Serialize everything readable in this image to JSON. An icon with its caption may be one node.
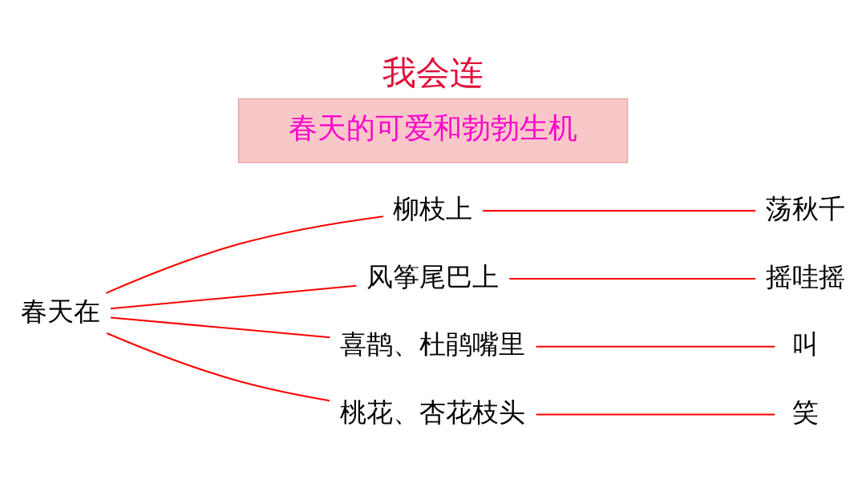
{
  "diagram": {
    "title": "我会连",
    "nodes": [
      {
        "text": [
          "春天在"
        ]
      },
      {
        "text": [
          "柳枝上"
        ]
      },
      {
        "text": [
          "风筝尾巴上"
        ]
      },
      {
        "text": [
          "喜鹊、杜鹃嘴里"
        ]
      },
      {
        "text": [
          "桃花、杏花枝头"
        ]
      },
      {
        "text": [
          "笑"
        ]
      },
      {
        "text": [
          "叫"
        ]
      },
      {
        "text": [
          "荡秋千"
        ]
      },
      {
        "text": [
          "摇哇摇"
        ]
      },
      {
        "text": [
          "春天的可爱和勃勃生机"
        ]
      }
    ],
    "edges": [
      {
        "from": 0,
        "to": 1,
        "arrow": "none"
      },
      {
        "from": 0,
        "to": 2,
        "arrow": "none"
      },
      {
        "from": 0,
        "to": 3,
        "arrow": "none"
      },
      {
        "from": 0,
        "to": 4,
        "arrow": "none"
      },
      {
        "from": 1,
        "to": 7,
        "arrow": "none"
      },
      {
        "from": 2,
        "to": 8,
        "arrow": "none"
      },
      {
        "from": 3,
        "to": 6,
        "arrow": "none"
      },
      {
        "from": 4,
        "to": 5,
        "arrow": "none"
      }
    ]
  }
}
